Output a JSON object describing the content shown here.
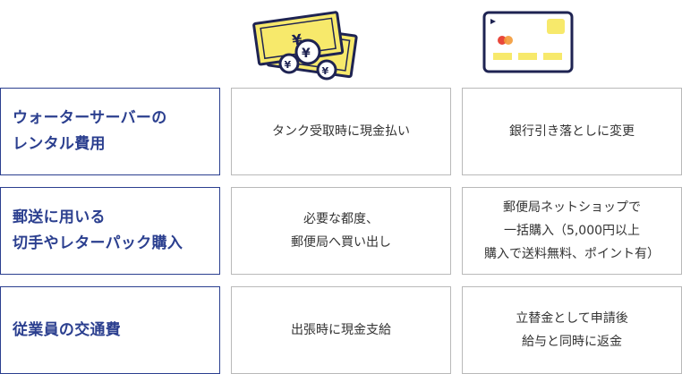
{
  "colors": {
    "label_text": "#2b3f8f",
    "label_border": "#2b3f8f",
    "cell_border": "#b9b9b9",
    "body_text": "#333333",
    "icon_yellow": "#f7e96b",
    "icon_navy": "#1e2352",
    "card_chip": "#f7e96b",
    "card_logo_red": "#e8473b",
    "card_logo_orange": "#f39a37"
  },
  "header": {
    "cash_icon": "cash-bills-coins-icon",
    "card_icon": "credit-card-icon",
    "cash_symbol": "¥"
  },
  "rows": [
    {
      "label": "ウォーターサーバーの\nレンタル費用",
      "cash": "タンク受取時に現金払い",
      "card": "銀行引き落としに変更"
    },
    {
      "label": "郵送に用いる\n切手やレターパック購入",
      "cash": "必要な都度、\n郵便局へ買い出し",
      "card": "郵便局ネットショップで\n一括購入（5,000円以上\n購入で送料無料、ポイント有）"
    },
    {
      "label": "従業員の交通費",
      "cash": "出張時に現金支給",
      "card": "立替金として申請後\n給与と同時に返金"
    }
  ]
}
